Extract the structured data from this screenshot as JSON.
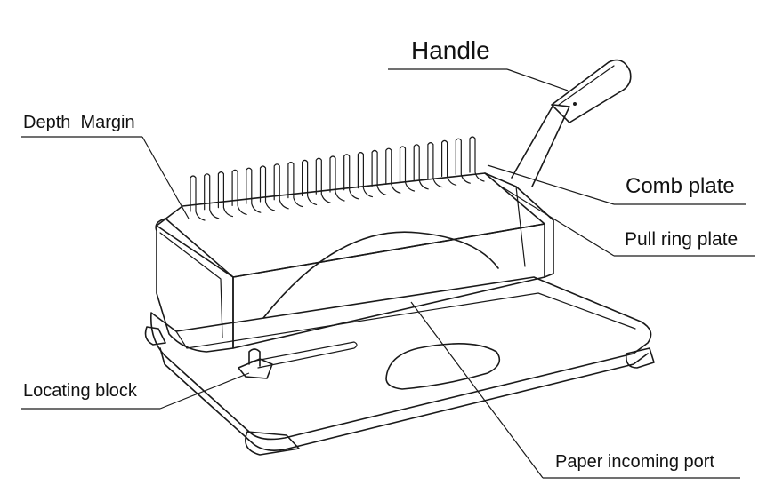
{
  "labels": {
    "handle": "Handle",
    "depth_margin": "Depth  Margin",
    "comb_plate": "Comb plate",
    "pull_ring_plate": "Pull ring plate",
    "locating_block": "Locating block",
    "paper_incoming_port": "Paper incoming port"
  },
  "colors": {
    "line": "#1a1a1a",
    "background": "#ffffff"
  }
}
